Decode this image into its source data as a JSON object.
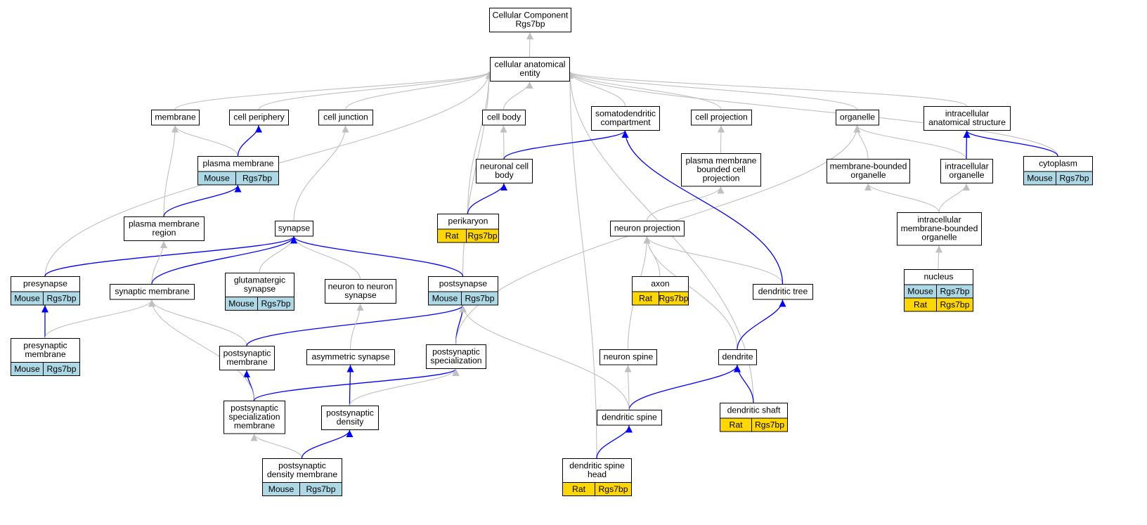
{
  "colors": {
    "edge_is_a": "#c0c0c0",
    "edge_part_of": "#0000ff",
    "mouse": "#add8e6",
    "rat": "#ffd700",
    "node_fill": "#ffffff",
    "node_stroke": "#000000"
  },
  "nodes": {
    "root": {
      "lines": [
        "Cellular Component",
        "Rgs7bp"
      ]
    },
    "cae": {
      "lines": [
        "cellular anatomical",
        "entity"
      ]
    },
    "membrane": {
      "lines": [
        "membrane"
      ]
    },
    "cell_periphery": {
      "lines": [
        "cell periphery"
      ]
    },
    "cell_junction": {
      "lines": [
        "cell junction"
      ]
    },
    "cell_body": {
      "lines": [
        "cell body"
      ]
    },
    "somatodendritic": {
      "lines": [
        "somatodendritic",
        "compartment"
      ]
    },
    "cell_projection": {
      "lines": [
        "cell projection"
      ]
    },
    "organelle": {
      "lines": [
        "organelle"
      ]
    },
    "intracellular_ase": {
      "lines": [
        "intracellular",
        "anatomical structure"
      ]
    },
    "plasma_membrane": {
      "lines": [
        "plasma membrane"
      ],
      "rows": [
        {
          "species": "Mouse",
          "gene": "Rgs7bp"
        }
      ]
    },
    "neuronal_cell_body": {
      "lines": [
        "neuronal cell",
        "body"
      ]
    },
    "pm_bounded_cell_projection": {
      "lines": [
        "plasma membrane",
        "bounded cell",
        "projection"
      ]
    },
    "membrane_bounded_organelle": {
      "lines": [
        "membrane-bounded",
        "organelle"
      ]
    },
    "intracellular_organelle": {
      "lines": [
        "intracellular",
        "organelle"
      ]
    },
    "cytoplasm": {
      "lines": [
        "cytoplasm"
      ],
      "rows": [
        {
          "species": "Mouse",
          "gene": "Rgs7bp"
        }
      ]
    },
    "pm_region": {
      "lines": [
        "plasma membrane",
        "region"
      ]
    },
    "synapse": {
      "lines": [
        "synapse"
      ]
    },
    "perikaryon": {
      "lines": [
        "perikaryon"
      ],
      "rows": [
        {
          "species": "Rat",
          "gene": "Rgs7bp"
        }
      ]
    },
    "neuron_projection": {
      "lines": [
        "neuron projection"
      ]
    },
    "intracellular_mbo": {
      "lines": [
        "intracellular",
        "membrane-bounded",
        "organelle"
      ]
    },
    "presynapse": {
      "lines": [
        "presynapse"
      ],
      "rows": [
        {
          "species": "Mouse",
          "gene": "Rgs7bp"
        }
      ]
    },
    "synaptic_membrane": {
      "lines": [
        "synaptic membrane"
      ]
    },
    "glutamatergic_synapse": {
      "lines": [
        "glutamatergic",
        "synapse"
      ],
      "rows": [
        {
          "species": "Mouse",
          "gene": "Rgs7bp"
        }
      ]
    },
    "neuron_to_neuron_synapse": {
      "lines": [
        "neuron to neuron",
        "synapse"
      ]
    },
    "postsynapse": {
      "lines": [
        "postsynapse"
      ],
      "rows": [
        {
          "species": "Mouse",
          "gene": "Rgs7bp"
        }
      ]
    },
    "axon": {
      "lines": [
        "axon"
      ],
      "rows": [
        {
          "species": "Rat",
          "gene": "Rgs7bp"
        }
      ]
    },
    "dendritic_tree": {
      "lines": [
        "dendritic tree"
      ]
    },
    "nucleus": {
      "lines": [
        "nucleus"
      ],
      "rows": [
        {
          "species": "Mouse",
          "gene": "Rgs7bp"
        },
        {
          "species": "Rat",
          "gene": "Rgs7bp"
        }
      ]
    },
    "presynaptic_membrane": {
      "lines": [
        "presynaptic",
        "membrane"
      ],
      "rows": [
        {
          "species": "Mouse",
          "gene": "Rgs7bp"
        }
      ]
    },
    "postsynaptic_membrane": {
      "lines": [
        "postsynaptic",
        "membrane"
      ]
    },
    "asymmetric_synapse": {
      "lines": [
        "asymmetric synapse"
      ]
    },
    "postsynaptic_specialization": {
      "lines": [
        "postsynaptic",
        "specialization"
      ]
    },
    "neuron_spine": {
      "lines": [
        "neuron spine"
      ]
    },
    "dendrite": {
      "lines": [
        "dendrite"
      ]
    },
    "ps_specialization_membrane": {
      "lines": [
        "postsynaptic",
        "specialization",
        "membrane"
      ]
    },
    "postsynaptic_density": {
      "lines": [
        "postsynaptic",
        "density"
      ]
    },
    "dendritic_spine": {
      "lines": [
        "dendritic spine"
      ]
    },
    "dendritic_shaft": {
      "lines": [
        "dendritic shaft"
      ],
      "rows": [
        {
          "species": "Rat",
          "gene": "Rgs7bp"
        }
      ]
    },
    "psd_membrane": {
      "lines": [
        "postsynaptic",
        "density membrane"
      ],
      "rows": [
        {
          "species": "Mouse",
          "gene": "Rgs7bp"
        }
      ]
    },
    "dendritic_spine_head": {
      "lines": [
        "dendritic spine",
        "head"
      ],
      "rows": [
        {
          "species": "Rat",
          "gene": "Rgs7bp"
        }
      ]
    }
  },
  "edges": [
    {
      "from": "cae",
      "to": "root",
      "type": "is_a"
    },
    {
      "from": "membrane",
      "to": "cae",
      "type": "is_a"
    },
    {
      "from": "cell_periphery",
      "to": "cae",
      "type": "is_a"
    },
    {
      "from": "cell_junction",
      "to": "cae",
      "type": "is_a"
    },
    {
      "from": "cell_body",
      "to": "cae",
      "type": "is_a"
    },
    {
      "from": "somatodendritic",
      "to": "cae",
      "type": "is_a"
    },
    {
      "from": "cell_projection",
      "to": "cae",
      "type": "is_a"
    },
    {
      "from": "organelle",
      "to": "cae",
      "type": "is_a"
    },
    {
      "from": "intracellular_ase",
      "to": "cae",
      "type": "is_a"
    },
    {
      "from": "cytoplasm",
      "to": "cae",
      "type": "is_a"
    },
    {
      "from": "presynapse",
      "to": "cae",
      "type": "is_a"
    },
    {
      "from": "postsynapse",
      "to": "cae",
      "type": "is_a"
    },
    {
      "from": "perikaryon",
      "to": "cae",
      "type": "is_a"
    },
    {
      "from": "dendritic_spine_head",
      "to": "cae",
      "type": "is_a"
    },
    {
      "from": "dendritic_shaft",
      "to": "cae",
      "type": "is_a"
    },
    {
      "from": "plasma_membrane",
      "to": "membrane",
      "type": "is_a"
    },
    {
      "from": "plasma_membrane",
      "to": "cell_periphery",
      "type": "part_of"
    },
    {
      "from": "pm_region",
      "to": "membrane",
      "type": "is_a"
    },
    {
      "from": "pm_region",
      "to": "plasma_membrane",
      "type": "part_of"
    },
    {
      "from": "synapse",
      "to": "cell_junction",
      "type": "is_a"
    },
    {
      "from": "neuronal_cell_body",
      "to": "cell_body",
      "type": "is_a"
    },
    {
      "from": "neuronal_cell_body",
      "to": "somatodendritic",
      "type": "part_of"
    },
    {
      "from": "perikaryon",
      "to": "neuronal_cell_body",
      "type": "part_of"
    },
    {
      "from": "pm_bounded_cell_projection",
      "to": "cell_projection",
      "type": "is_a"
    },
    {
      "from": "neuron_projection",
      "to": "pm_bounded_cell_projection",
      "type": "is_a"
    },
    {
      "from": "membrane_bounded_organelle",
      "to": "organelle",
      "type": "is_a"
    },
    {
      "from": "intracellular_organelle",
      "to": "organelle",
      "type": "is_a"
    },
    {
      "from": "intracellular_organelle",
      "to": "intracellular_ase",
      "type": "part_of"
    },
    {
      "from": "cytoplasm",
      "to": "intracellular_ase",
      "type": "part_of"
    },
    {
      "from": "intracellular_mbo",
      "to": "membrane_bounded_organelle",
      "type": "is_a"
    },
    {
      "from": "intracellular_mbo",
      "to": "intracellular_organelle",
      "type": "is_a"
    },
    {
      "from": "nucleus",
      "to": "intracellular_mbo",
      "type": "is_a"
    },
    {
      "from": "presynapse",
      "to": "synapse",
      "type": "part_of"
    },
    {
      "from": "synaptic_membrane",
      "to": "pm_region",
      "type": "is_a"
    },
    {
      "from": "synaptic_membrane",
      "to": "synapse",
      "type": "part_of"
    },
    {
      "from": "glutamatergic_synapse",
      "to": "synapse",
      "type": "is_a"
    },
    {
      "from": "neuron_to_neuron_synapse",
      "to": "synapse",
      "type": "is_a"
    },
    {
      "from": "postsynapse",
      "to": "synapse",
      "type": "part_of"
    },
    {
      "from": "presynaptic_membrane",
      "to": "presynapse",
      "type": "part_of"
    },
    {
      "from": "presynaptic_membrane",
      "to": "synaptic_membrane",
      "type": "is_a"
    },
    {
      "from": "postsynaptic_membrane",
      "to": "synaptic_membrane",
      "type": "is_a"
    },
    {
      "from": "postsynaptic_membrane",
      "to": "postsynapse",
      "type": "part_of"
    },
    {
      "from": "asymmetric_synapse",
      "to": "neuron_to_neuron_synapse",
      "type": "is_a"
    },
    {
      "from": "postsynaptic_specialization",
      "to": "postsynapse",
      "type": "part_of"
    },
    {
      "from": "postsynaptic_specialization",
      "to": "organelle",
      "type": "is_a"
    },
    {
      "from": "axon",
      "to": "neuron_projection",
      "type": "is_a"
    },
    {
      "from": "neuron_spine",
      "to": "neuron_projection",
      "type": "is_a"
    },
    {
      "from": "dendrite",
      "to": "neuron_projection",
      "type": "is_a"
    },
    {
      "from": "dendritic_tree",
      "to": "neuron_projection",
      "type": "is_a"
    },
    {
      "from": "dendritic_tree",
      "to": "somatodendritic",
      "type": "part_of"
    },
    {
      "from": "dendrite",
      "to": "dendritic_tree",
      "type": "part_of"
    },
    {
      "from": "ps_specialization_membrane",
      "to": "postsynaptic_membrane",
      "type": "part_of"
    },
    {
      "from": "ps_specialization_membrane",
      "to": "synaptic_membrane",
      "type": "is_a"
    },
    {
      "from": "ps_specialization_membrane",
      "to": "postsynaptic_specialization",
      "type": "part_of"
    },
    {
      "from": "postsynaptic_density",
      "to": "asymmetric_synapse",
      "type": "part_of"
    },
    {
      "from": "postsynaptic_density",
      "to": "postsynaptic_specialization",
      "type": "is_a"
    },
    {
      "from": "psd_membrane",
      "to": "ps_specialization_membrane",
      "type": "is_a"
    },
    {
      "from": "psd_membrane",
      "to": "postsynaptic_density",
      "type": "part_of"
    },
    {
      "from": "dendritic_spine",
      "to": "neuron_spine",
      "type": "is_a"
    },
    {
      "from": "dendritic_spine",
      "to": "dendrite",
      "type": "part_of"
    },
    {
      "from": "dendritic_spine",
      "to": "postsynapse",
      "type": "is_a"
    },
    {
      "from": "dendritic_shaft",
      "to": "dendrite",
      "type": "part_of"
    },
    {
      "from": "dendritic_spine_head",
      "to": "dendritic_spine",
      "type": "part_of"
    }
  ]
}
